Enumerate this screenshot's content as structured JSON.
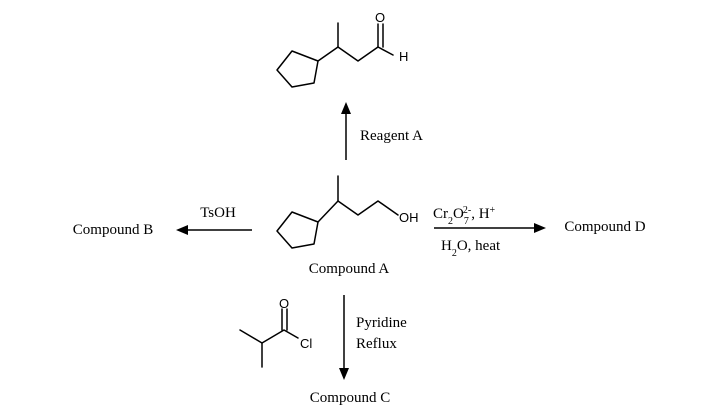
{
  "labels": {
    "reagent_a": "Reagent A",
    "compound_a": "Compound A",
    "compound_b": "Compound B",
    "compound_c": "Compound C",
    "compound_d": "Compound D",
    "tsoh": "TsOH",
    "pyridine": "Pyridine",
    "reflux": "Reflux"
  },
  "oxidation": {
    "reagent_base": "Cr",
    "reagent_sub1": "2",
    "reagent_mid": "O",
    "reagent_sub2": "7",
    "reagent_sup": "2-",
    "reagent_tail": ", H",
    "reagent_plus": "+",
    "cond_h": "H",
    "cond_sub": "2",
    "cond_tail": "O, heat"
  },
  "atoms": {
    "oh": "OH",
    "o": "O",
    "h": "H",
    "cl": "Cl"
  },
  "colors": {
    "ink": "#000000",
    "background": "#ffffff"
  }
}
